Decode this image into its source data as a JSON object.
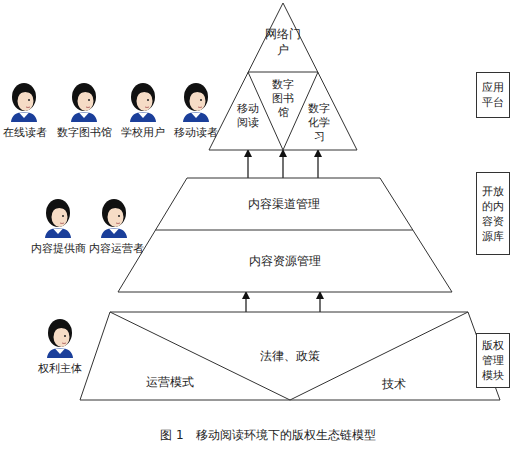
{
  "diagram": {
    "caption": "图 1　移动阅读环境下的版权生态链模型",
    "nodes": [
      {
        "text": [
          "网络门户"
        ]
      },
      {
        "text": [
          "移动阅读"
        ],
        "in": 0
      },
      {
        "text": [
          "数字图书馆"
        ],
        "in": 0
      },
      {
        "text": [
          "数字化学习"
        ],
        "in": 0
      },
      {
        "text": []
      },
      {
        "text": [
          "内容渠道管理"
        ],
        "in": 4
      },
      {
        "text": [
          "内容资源管理"
        ],
        "in": 4
      },
      {
        "text": []
      },
      {
        "text": [
          "法律、政策"
        ],
        "in": 7
      },
      {
        "text": [
          "运营模式"
        ],
        "in": 7
      },
      {
        "text": [
          "技术"
        ],
        "in": 7
      },
      {
        "text": [
          "应用平台"
        ]
      },
      {
        "text": [
          "开放的内容资源库"
        ]
      },
      {
        "text": [
          "版权管理模块"
        ]
      }
    ],
    "edges": [
      {
        "from": 5,
        "to": 0,
        "arrow": "to"
      },
      {
        "from": 5,
        "to": 0,
        "arrow": "to"
      },
      {
        "from": 5,
        "to": 0,
        "arrow": "to"
      },
      {
        "from": 7,
        "to": 6,
        "arrow": "to"
      },
      {
        "from": 7,
        "to": 6,
        "arrow": "to"
      }
    ],
    "labels": [
      "在线读者",
      "数字图书馆",
      "学校用户",
      "移动读者",
      "内容提供商",
      "内容运营者",
      "权利主体"
    ]
  }
}
